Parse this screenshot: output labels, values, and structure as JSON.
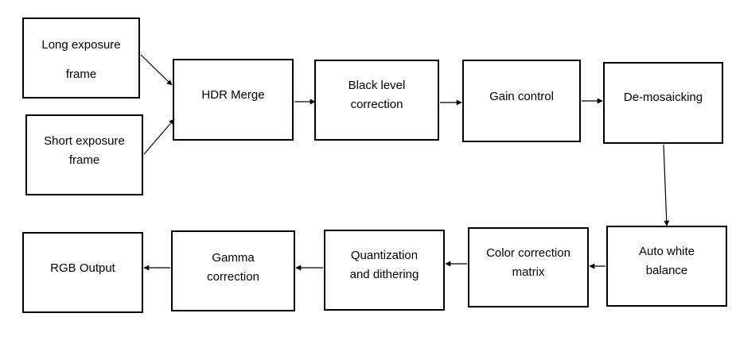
{
  "diagram": {
    "nodes": {
      "long_exposure": [
        "Long exposure",
        "frame"
      ],
      "short_exposure": [
        "Short exposure",
        "frame"
      ],
      "hdr_merge": [
        "HDR Merge"
      ],
      "black_level": [
        "Black level",
        "correction"
      ],
      "gain_control": [
        "Gain control"
      ],
      "demosaicking": [
        "De-mosaicking"
      ],
      "auto_white_balance": [
        "Auto white",
        "balance"
      ],
      "color_correction": [
        "Color correction",
        "matrix"
      ],
      "quantization": [
        "Quantization",
        "and dithering"
      ],
      "gamma": [
        "Gamma",
        "correction"
      ],
      "rgb_output": [
        "RGB Output"
      ]
    },
    "edges": [
      {
        "from": "long_exposure",
        "to": "hdr_merge"
      },
      {
        "from": "short_exposure",
        "to": "hdr_merge"
      },
      {
        "from": "hdr_merge",
        "to": "black_level"
      },
      {
        "from": "black_level",
        "to": "gain_control"
      },
      {
        "from": "gain_control",
        "to": "demosaicking"
      },
      {
        "from": "demosaicking",
        "to": "auto_white_balance"
      },
      {
        "from": "auto_white_balance",
        "to": "color_correction"
      },
      {
        "from": "color_correction",
        "to": "quantization"
      },
      {
        "from": "quantization",
        "to": "gamma"
      },
      {
        "from": "gamma",
        "to": "rgb_output"
      }
    ],
    "colors": {
      "stroke": "#000000",
      "background": "#ffffff",
      "text": "#000000"
    }
  }
}
